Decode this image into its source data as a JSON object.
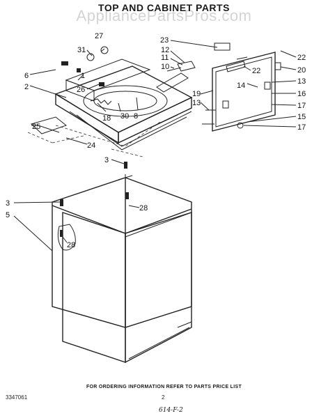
{
  "header": {
    "title": "TOP AND CABINET PARTS",
    "watermark": "AppliancePartsPros.com"
  },
  "footer": {
    "ordering_info": "FOR ORDERING INFORMATION REFER TO PARTS PRICE LIST",
    "doc_number": "3347061",
    "page_number": "2",
    "handwritten_note": "614-F-2"
  },
  "callouts": {
    "c2": "2",
    "c3a": "3",
    "c3b": "3",
    "c5": "5",
    "c6": "6",
    "c8": "8",
    "c10": "10",
    "c11": "11",
    "c12": "12",
    "c13a": "13",
    "c13b": "13",
    "c14": "14",
    "c15": "15",
    "c16": "16",
    "c17a": "17",
    "c17b": "17",
    "c18": "18",
    "c19": "19",
    "c20": "20",
    "c22a": "22",
    "c22b": "22",
    "c23": "23",
    "c24": "24",
    "c25": "25",
    "c26": "26",
    "c27": "27",
    "c28a": "28",
    "c28b": "28",
    "c30": "30",
    "c31": "31",
    "c1": "1"
  }
}
